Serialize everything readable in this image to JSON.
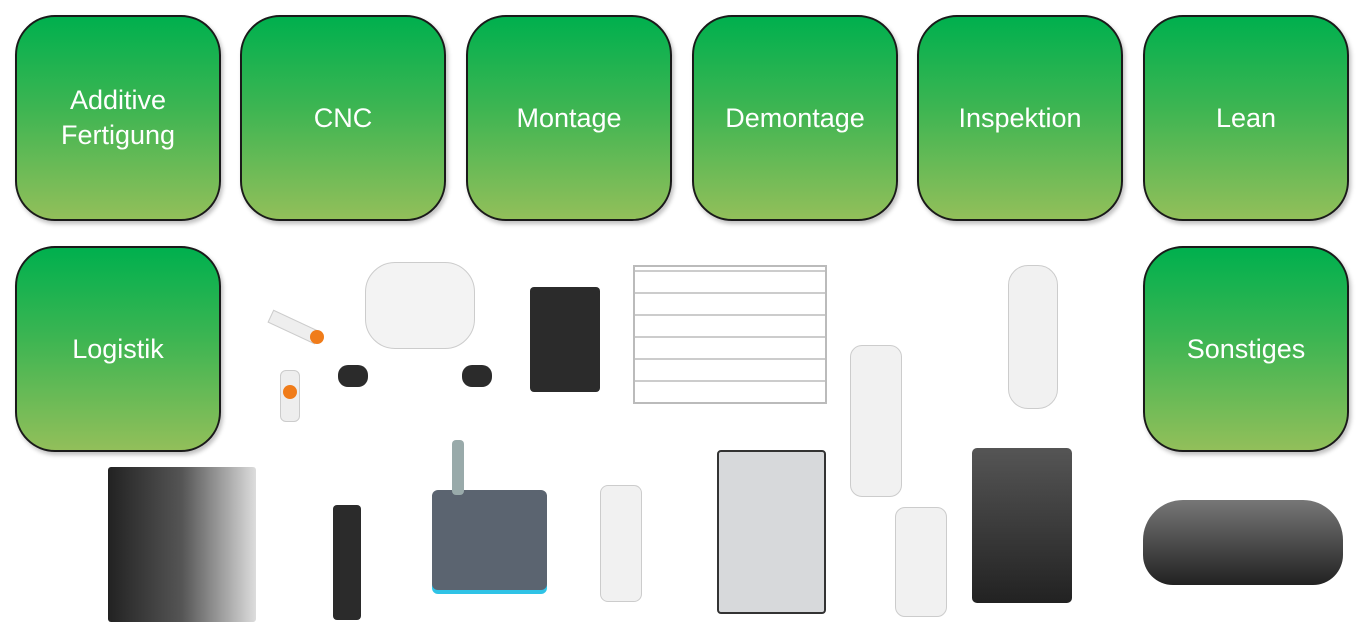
{
  "categories": [
    {
      "label": "Additive Fertigung"
    },
    {
      "label": "CNC"
    },
    {
      "label": "Montage"
    },
    {
      "label": "Demontage"
    },
    {
      "label": "Inspektion"
    },
    {
      "label": "Lean"
    },
    {
      "label": "Logistik"
    },
    {
      "label": "Sonstiges"
    }
  ],
  "colors": {
    "tile_top": "#00b04e",
    "tile_bottom": "#92bf5a",
    "border": "#1a1a1a"
  }
}
